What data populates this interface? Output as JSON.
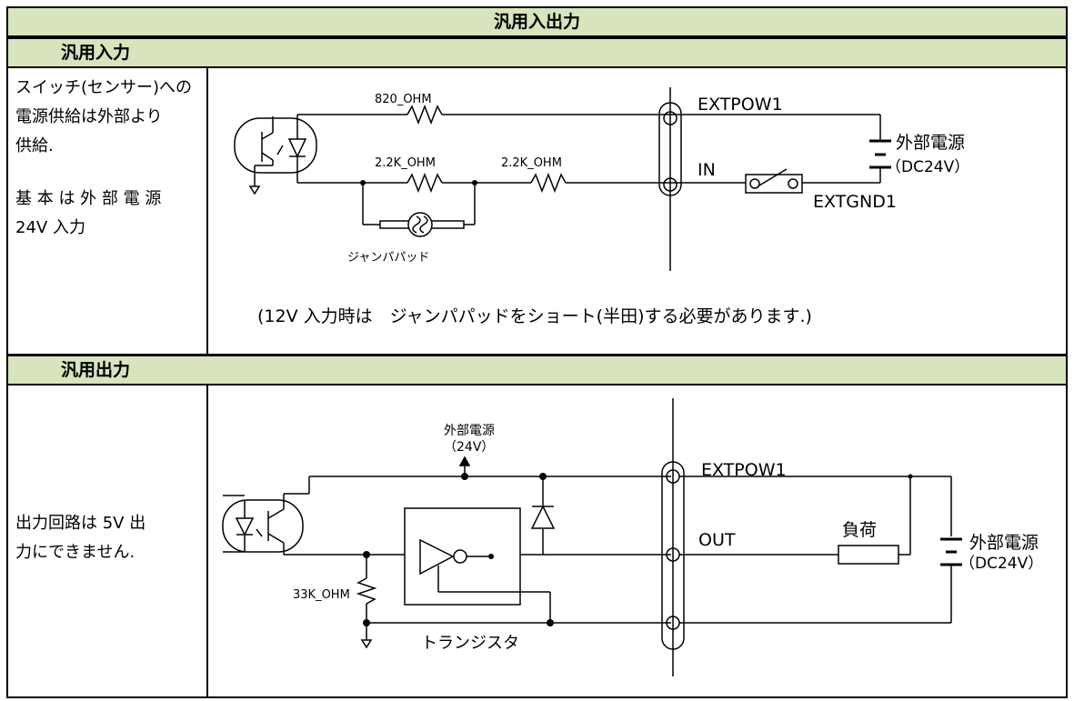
{
  "title": "汎用入出力",
  "input_section": {
    "label": "汎用入力",
    "description": [
      "スイッチ(センサー)への",
      "電源供給は外部より",
      "供給."
    ],
    "description2": [
      "基 本 は 外 部 電 源",
      "24V 入力"
    ],
    "labels": {
      "r1": "820_OHM",
      "r2": "2.2K_OHM",
      "r3": "2.2K_OHM",
      "jumper": "ジャンパパッド",
      "extpow": "EXTPOW1",
      "in": "IN",
      "extgnd": "EXTGND1",
      "supply": "外部電源",
      "supply_v": "（DC24V）"
    },
    "note": "(12V 入力時は　ジャンパパッドをショート(半田)する必要があります.)"
  },
  "output_section": {
    "label": "汎用出力",
    "description": [
      "出力回路は 5V 出",
      "力にできません."
    ],
    "labels": {
      "supply_top": "外部電源",
      "supply_top_v": "（24V）",
      "extpow": "EXTPOW1",
      "out": "OUT",
      "load": "負荷",
      "supply": "外部電源",
      "supply_v": "（DC24V）",
      "r": "33K_OHM",
      "transistor": "トランジスタ"
    }
  }
}
